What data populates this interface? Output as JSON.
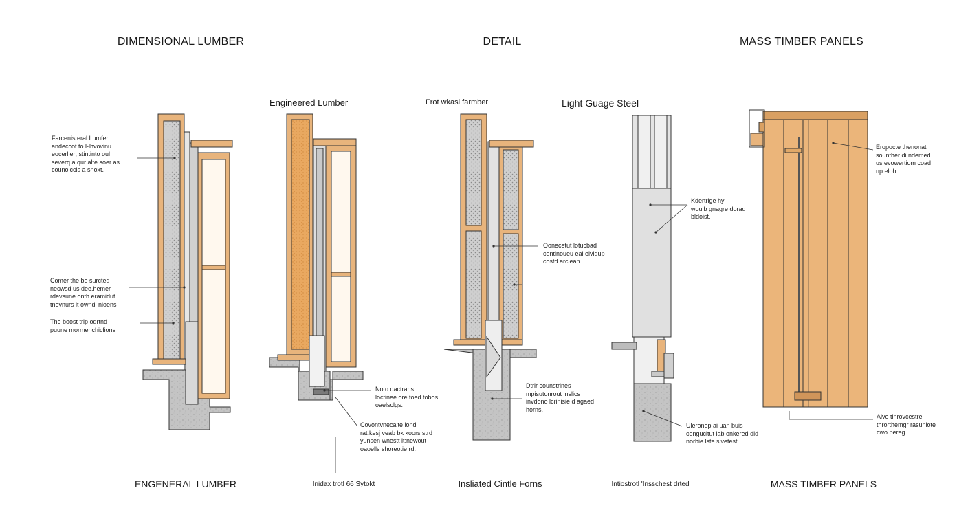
{
  "headings": {
    "left": "DIMENSIONAL LUMBER",
    "center": "DETAIL",
    "right": "MASS TIMBER PANELS"
  },
  "subtitles": {
    "engineered": "Engineered Lumber",
    "frost": "Frot wkasl farmber",
    "steel": "Light Guage Steel"
  },
  "notes": {
    "n1": "Farcenisteral Lumfer\nandeccot to l-lhvovinu\neocerlier; stintinto oul\nseverq a qur alte soer as\ncounoiccis a snoxt.",
    "n2": "Comer the be surcted\nnecwsd us dee.hemer\nrdevsune onth eramidut\ntnevnurs it owndi nloens",
    "n3": "The boost trip odrtnd\npuune mormehchiclions",
    "n4": "Noto dactrans\nloctinee ore toed tobos\noaelsclgs.",
    "n5": "Covontvnecaite lond\nrat.kesj veab bk koors strd\nyunsen wnestt it:newout\noaoells shoreotie rd.",
    "n6": "Oonecetut lotucbad\ncontlnoueu eal elvlqup\ncostd.arciean.",
    "n7": "Dtrir counstrines\nmpisutonrout inslics\ninvdono lcrinisie d agaed\nhorns.",
    "n8": "Kdertrige hy\nwoulb gnagre dorad\nbldoist.",
    "n9": "Uleronop ai uan buis\ncongucitut iab onkered did\nnorbie lste slvetest.",
    "n10": "Eropocte thenonat\nsounther di ndemed\nus evowertiom coad\nnp eloh.",
    "n11": "Alve tinrovcestre\nthrorthemgr rasunlote\ncwo pereg."
  },
  "footers": {
    "f1": "ENGENERAL LUMBER",
    "f2": "Inidax trotl 66 Sytokt",
    "f3": "Insliated Cintle Forns",
    "f4": "Intiostrotl 'Insschest drted",
    "f5": "MASS TIMBER PANELS"
  },
  "colors": {
    "wood": "#e8b47c",
    "wood_dark": "#c98a45",
    "concrete": "#b8b8b8",
    "insulation": "#c9c9c9",
    "steel": "#dcdcdc",
    "line": "#333333"
  }
}
